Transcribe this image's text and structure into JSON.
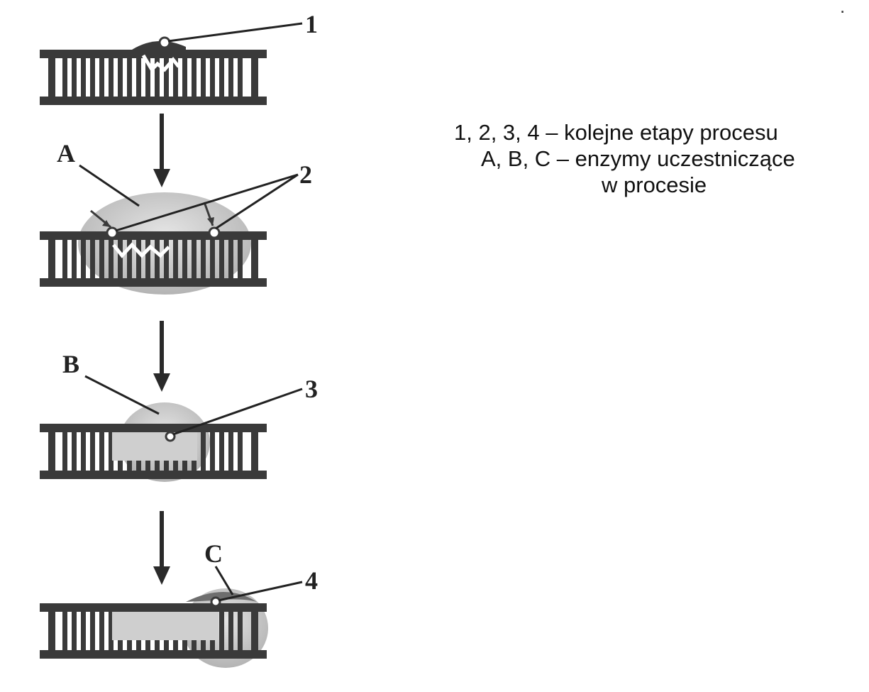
{
  "stages": [
    "1",
    "2",
    "3",
    "4"
  ],
  "enzymes": [
    "A",
    "B",
    "C"
  ],
  "legend": {
    "line1": "1, 2, 3, 4 – kolejne etapy procesu",
    "line2": "A, B, C   – enzymy uczestniczące",
    "line3": "w procesie"
  },
  "corner_mark": ".",
  "colors": {
    "dna": "#3a3a3a",
    "enzyme": "#c9c9c9",
    "label": "#222222"
  }
}
